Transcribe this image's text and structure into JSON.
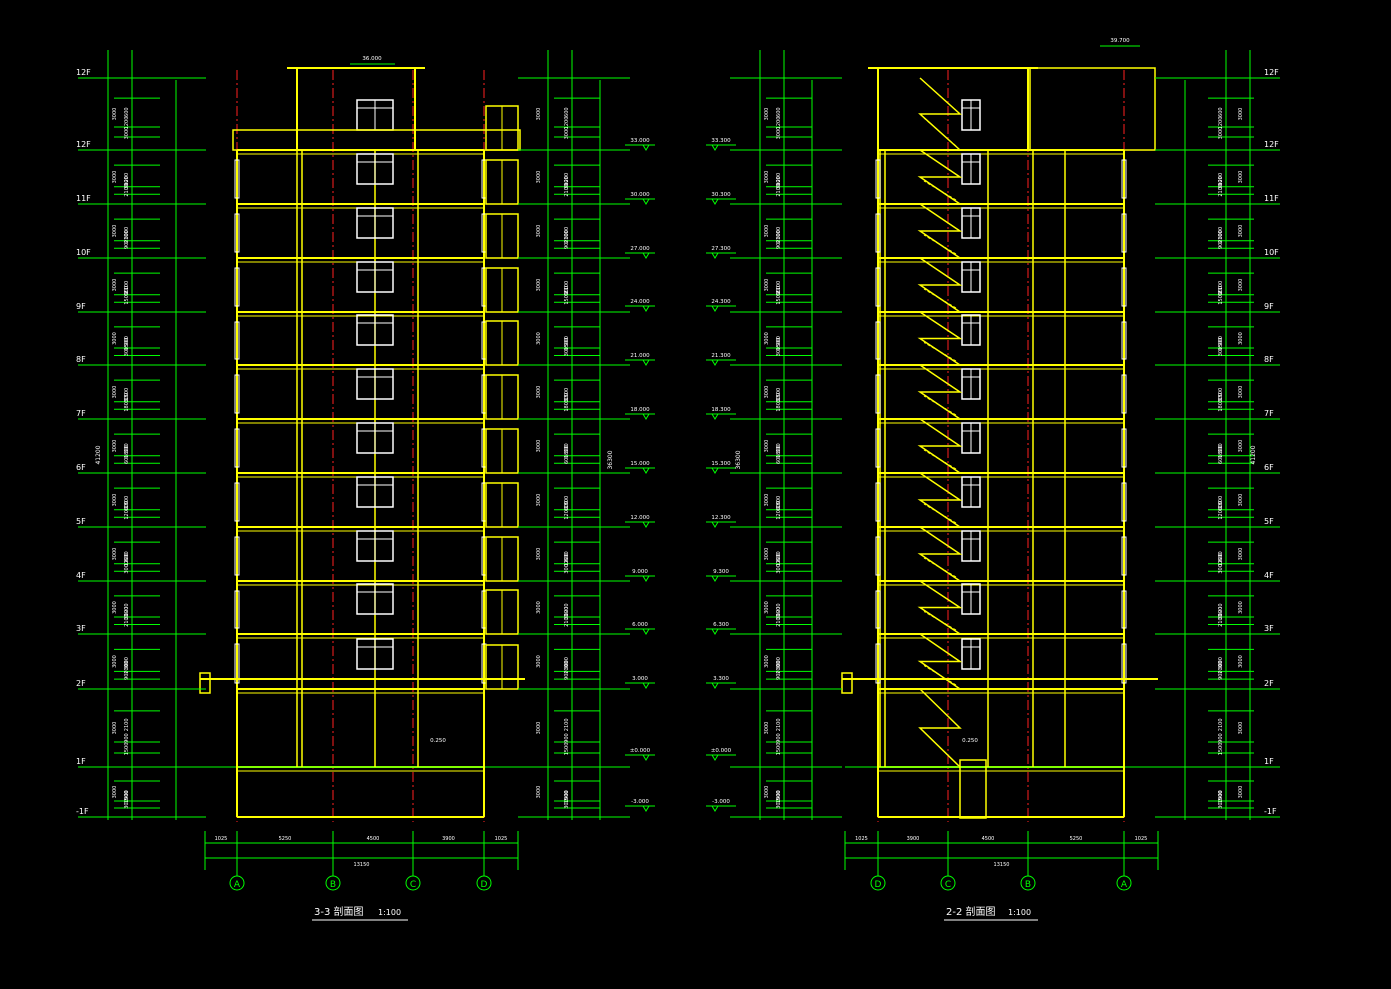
{
  "colors": {
    "background": "#000000",
    "structure": "#ffff00",
    "dimension": "#00ff00",
    "axis": "#ff2020",
    "annotation": "#ffffff",
    "grid_bubble": "#00ff00",
    "window": "#ffffff"
  },
  "floors": [
    "-1F",
    "1F",
    "2F",
    "3F",
    "4F",
    "5F",
    "6F",
    "7F",
    "8F",
    "9F",
    "10F",
    "11F",
    "12F",
    "12F"
  ],
  "elevations_left": [
    "-3.000",
    "±0.000",
    "3.000",
    "6.000",
    "9.000",
    "12.000",
    "15.000",
    "18.000",
    "21.000",
    "24.000",
    "27.000",
    "30.000",
    "33.000"
  ],
  "elevations_right": [
    "-3.000",
    "±0.000",
    "3.300",
    "6.300",
    "9.300",
    "12.300",
    "15.300",
    "18.300",
    "21.300",
    "24.300",
    "27.300",
    "30.300",
    "33.300"
  ],
  "top_elevation_left": "36.000",
  "top_elevation_right": "39.700",
  "section_left": {
    "title": "3-3  剖面图",
    "scale": "1:100",
    "axes": [
      "A",
      "B",
      "C",
      "D"
    ],
    "spans": [
      "1025",
      "5250",
      "4500",
      "3900",
      "1025"
    ],
    "total": "13150",
    "note": "0.250"
  },
  "section_right": {
    "title": "2-2  剖面图",
    "scale": "1:100",
    "axes": [
      "D",
      "C",
      "B",
      "A"
    ],
    "spans": [
      "1025",
      "3900",
      "4500",
      "5250",
      "1025"
    ],
    "total": "13150",
    "note": "0.250"
  },
  "dim_small": [
    "300",
    "1500",
    "900",
    "2100",
    "3000",
    "1200",
    "600",
    "1800"
  ]
}
